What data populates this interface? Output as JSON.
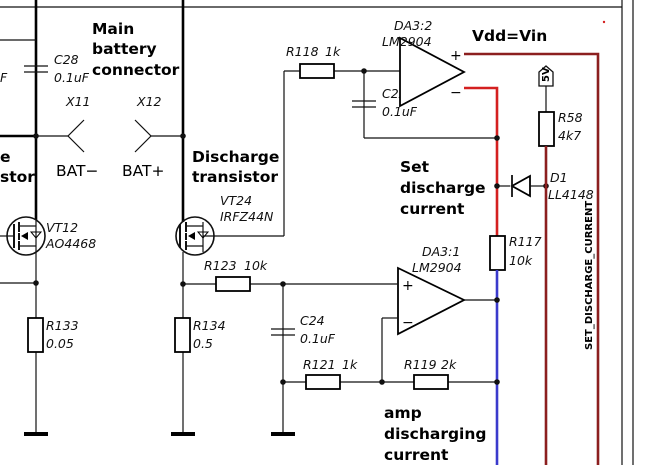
{
  "labels": {
    "main_battery_l1": "Main",
    "main_battery_l2": "battery",
    "main_battery_l3": "connector",
    "discharge_l1": "Discharge",
    "discharge_l2": "transistor",
    "left_cut_l1": "e",
    "left_cut_l2": "stor",
    "set_l1": "Set",
    "set_l2": "discharge",
    "set_l3": "current",
    "amp_l1": "amp",
    "amp_l2": "discharging",
    "amp_l3": "current",
    "vdd": "Vdd=Vin",
    "bat_minus": "BAT−",
    "bat_plus": "BAT+",
    "signal_net": "SET_DISCHARGE_CURRENT",
    "supply_5v": "5V",
    "left_cut_f": "F"
  },
  "components": {
    "c28": {
      "ref": "C28",
      "value": "0.1uF"
    },
    "x11": {
      "ref": "X11"
    },
    "x12": {
      "ref": "X12"
    },
    "vt12": {
      "ref": "VT12",
      "value": "AO4468"
    },
    "vt24": {
      "ref": "VT24",
      "value": "IRFZ44N"
    },
    "r118": {
      "ref": "R118",
      "value": "1k"
    },
    "da3_2": {
      "ref": "DA3:2",
      "value": "LM2904"
    },
    "c22": {
      "ref": "C22",
      "value": "0.1uF"
    },
    "r58": {
      "ref": "R58",
      "value": "4k7"
    },
    "d1": {
      "ref": "D1",
      "value": "LL4148"
    },
    "r117": {
      "ref": "R117",
      "value": "10k"
    },
    "da3_1": {
      "ref": "DA3:1",
      "value": "LM2904"
    },
    "r123": {
      "ref": "R123",
      "value": "10k"
    },
    "r133": {
      "ref": "R133",
      "value": "0.05"
    },
    "r134": {
      "ref": "R134",
      "value": "0.5"
    },
    "c24": {
      "ref": "C24",
      "value": "0.1uF"
    },
    "r121": {
      "ref": "R121",
      "value": "1k"
    },
    "r119": {
      "ref": "R119",
      "value": "2k"
    }
  },
  "opamp_signs": {
    "plus": "+",
    "minus": "−"
  },
  "colors": {
    "red": "#d42020",
    "dark_red": "#8c1f1f",
    "blue": "#3a3acc"
  }
}
